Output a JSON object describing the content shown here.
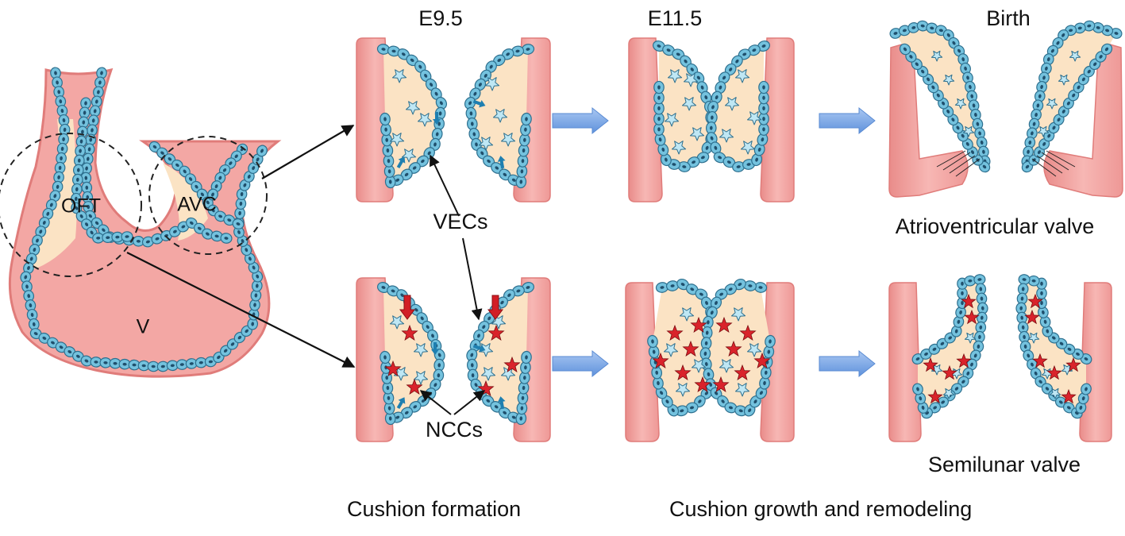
{
  "stages": [
    "E9.5",
    "E11.5",
    "Birth"
  ],
  "regions": {
    "outflow_tract": "OFT",
    "atrioventricular_canal": "AVC",
    "ventricle": "V"
  },
  "cells": {
    "endothelial": "VECs",
    "neural_crest": "NCCs"
  },
  "valves": {
    "atrioventricular": "Atrioventricular valve",
    "semilunar": "Semilunar valve"
  },
  "phases": {
    "formation": "Cushion formation",
    "growth": "Cushion growth and remodeling"
  },
  "colors": {
    "myocardium": "#f3a7a4",
    "myocardium_edge": "#e07c7a",
    "cushion": "#fbe3c4",
    "cell": "#74c2de",
    "cell_edge": "#2d6f8e",
    "nucleus": "#1f4f6c",
    "mesenchyme": "#bfe7f4",
    "ncc": "#d9232b",
    "progress_arrow": "#7aa8e6",
    "migration_arrow": "#1f7fb0",
    "entry_arrow": "#d21e26"
  }
}
